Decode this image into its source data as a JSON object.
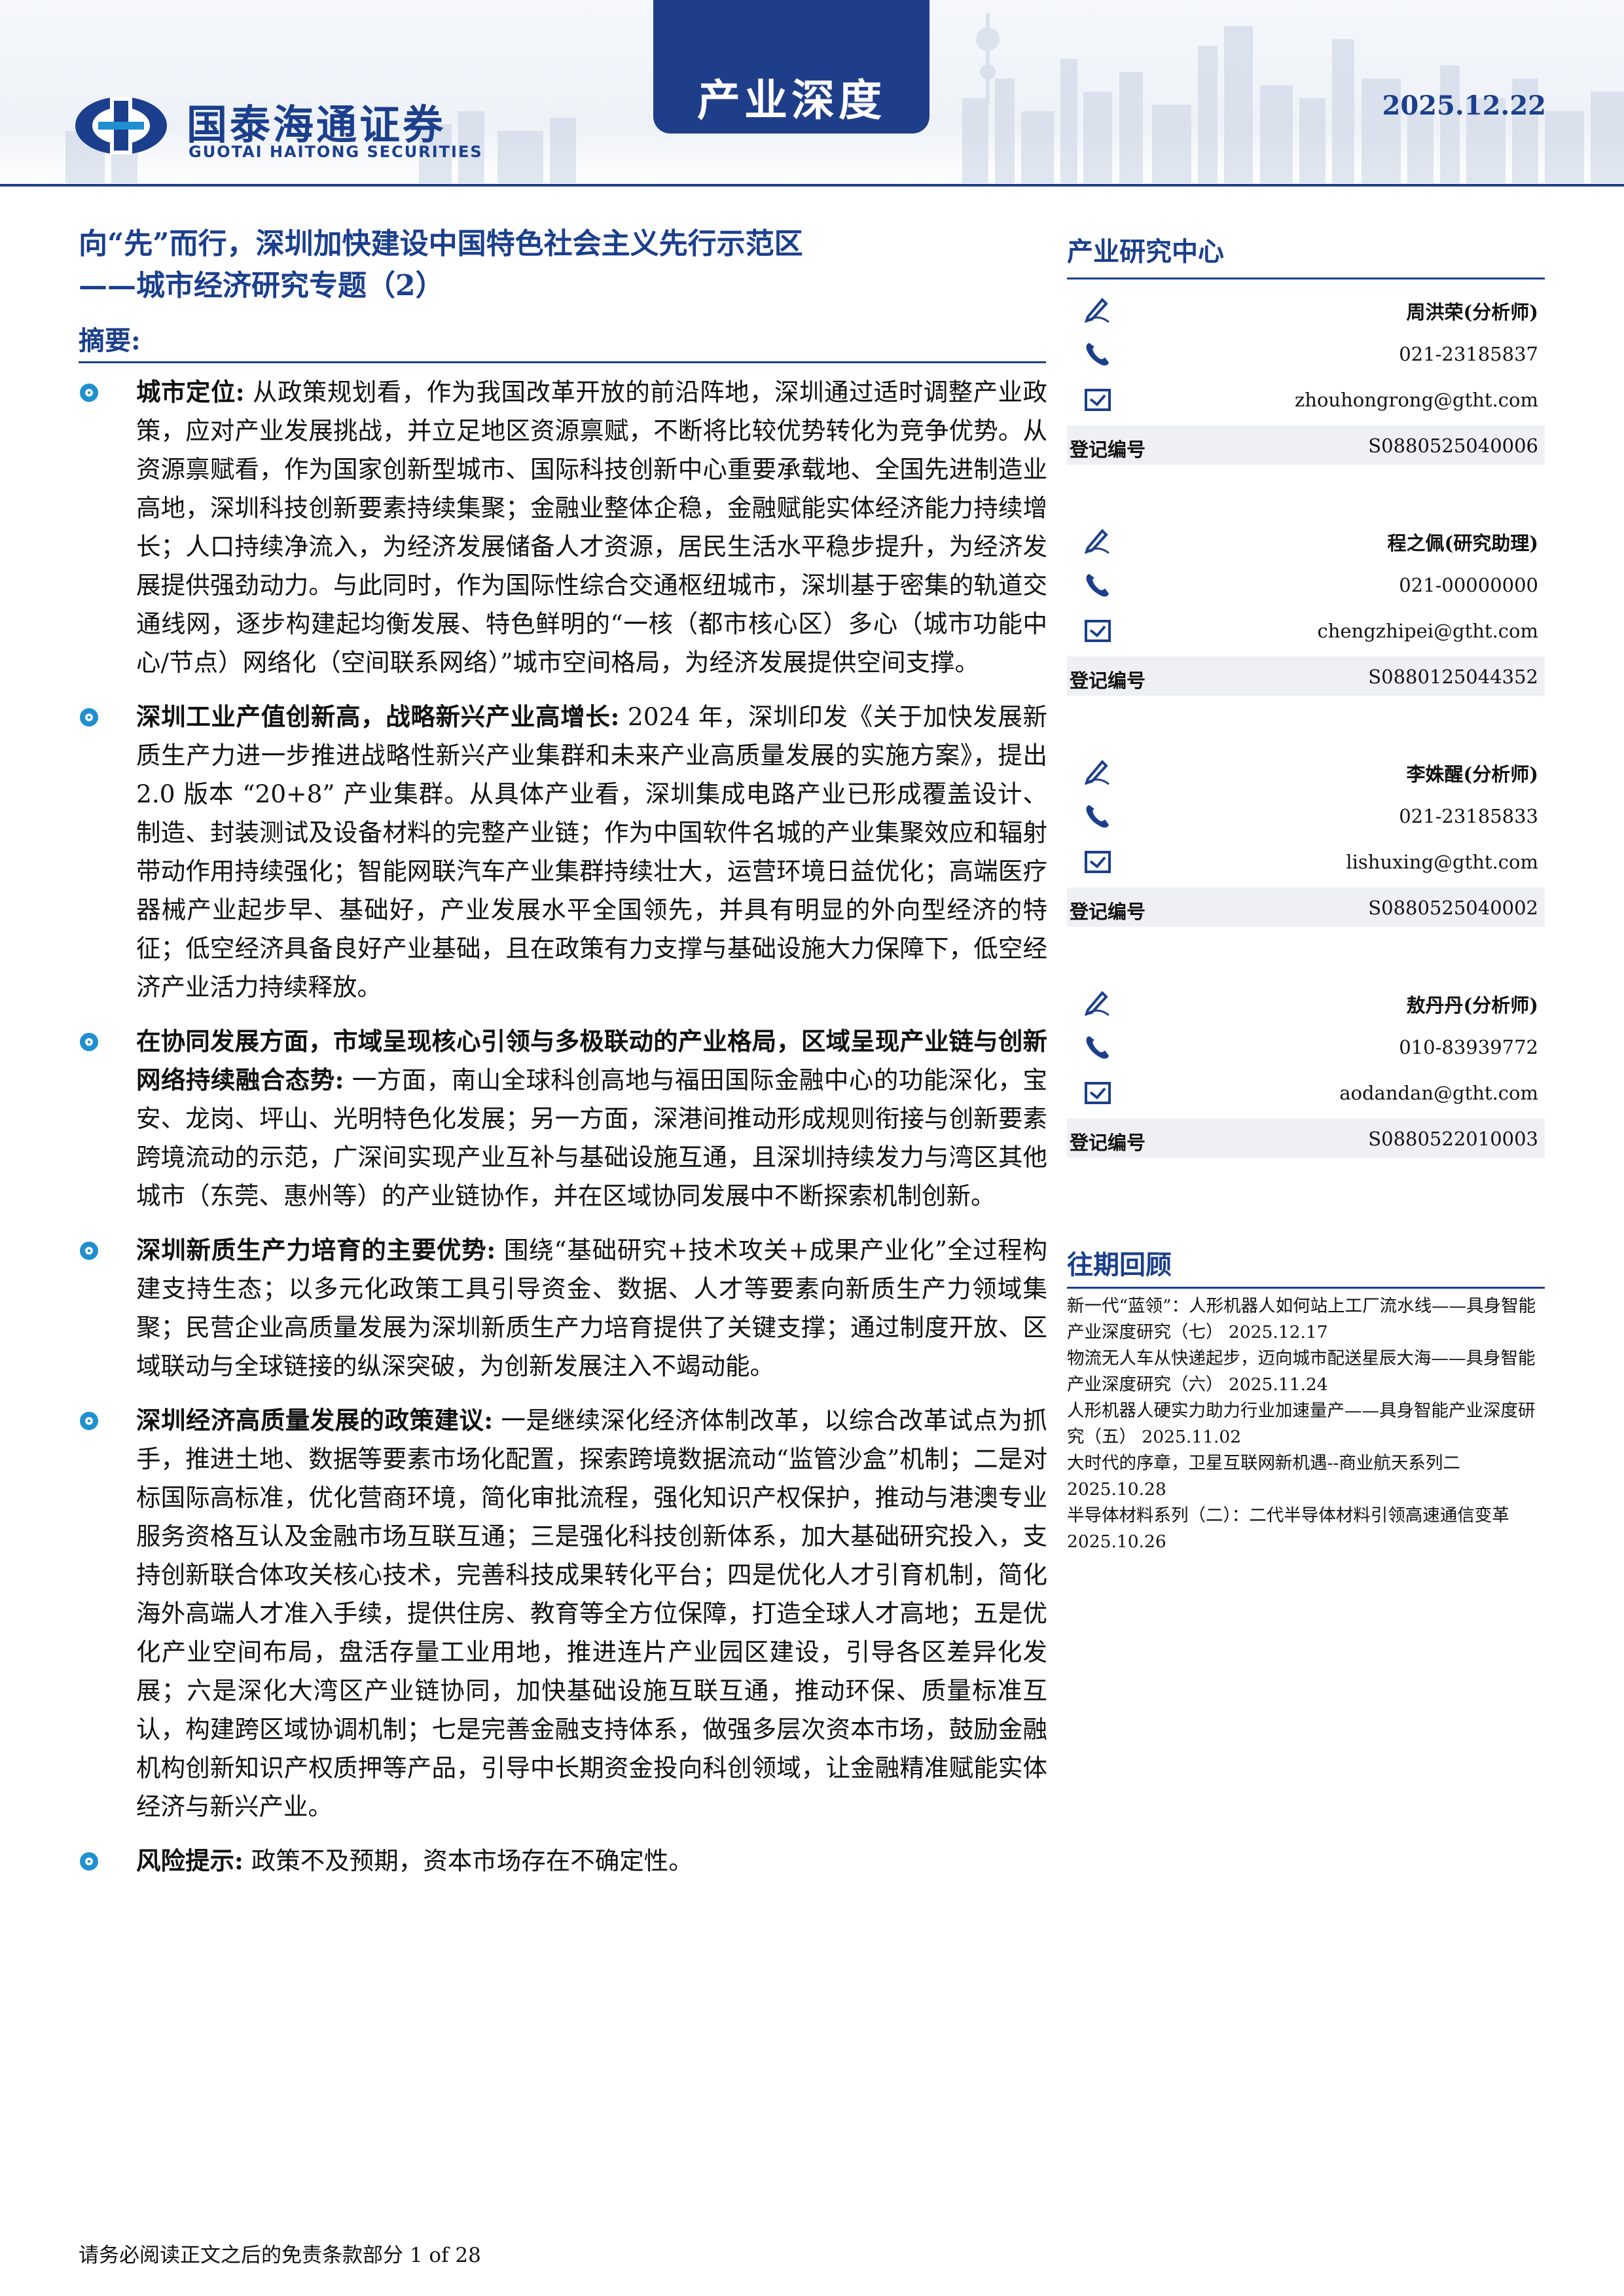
{
  "header": {
    "brand_cn": "国泰海通证券",
    "brand_en": "GUOTAI HAITONG SECURITIES",
    "report_type": "产业深度",
    "date": "2025.12.22"
  },
  "title": {
    "line1": "向“先”而行，深圳加快建设中国特色社会主义先行示范区",
    "line2": "——城市经济研究专题（2）"
  },
  "abstract": {
    "label": "摘要:",
    "items": [
      {
        "lead": "城市定位:",
        "text": " 从政策规划看，作为我国改革开放的前沿阵地，深圳通过适时调整产业政策，应对产业发展挑战，并立足地区资源禀赋，不断将比较优势转化为竞争优势。从资源禀赋看，作为国家创新型城市、国际科技创新中心重要承载地、全国先进制造业高地，深圳科技创新要素持续集聚；金融业整体企稳，金融赋能实体经济能力持续增长；人口持续净流入，为经济发展储备人才资源，居民生活水平稳步提升，为经济发展提供强劲动力。与此同时，作为国际性综合交通枢纽城市，深圳基于密集的轨道交通线网，逐步构建起均衡发展、特色鲜明的“一核（都市核心区）多心（城市功能中心/节点）网络化（空间联系网络）”城市空间格局，为经济发展提供空间支撑。"
      },
      {
        "lead": "深圳工业产值创新高，战略新兴产业高增长:",
        "text": " 2024 年，深圳印发《关于加快发展新质生产力进一步推进战略性新兴产业集群和未来产业高质量发展的实施方案》，提出 2.0 版本 “20+8” 产业集群。从具体产业看，深圳集成电路产业已形成覆盖设计、制造、封装测试及设备材料的完整产业链；作为中国软件名城的产业集聚效应和辐射带动作用持续强化；智能网联汽车产业集群持续壮大，运营环境日益优化；高端医疗器械产业起步早、基础好，产业发展水平全国领先，并具有明显的外向型经济的特征；低空经济具备良好产业基础，且在政策有力支撑与基础设施大力保障下，低空经济产业活力持续释放。"
      },
      {
        "lead": "在协同发展方面，市域呈现核心引领与多极联动的产业格局，区域呈现产业链与创新网络持续融合态势:",
        "text": " 一方面，南山全球科创高地与福田国际金融中心的功能深化，宝安、龙岗、坪山、光明特色化发展；另一方面，深港间推动形成规则衔接与创新要素跨境流动的示范，广深间实现产业互补与基础设施互通，且深圳持续发力与湾区其他城市（东莞、惠州等）的产业链协作，并在区域协同发展中不断探索机制创新。"
      },
      {
        "lead": "深圳新质生产力培育的主要优势:",
        "text": " 围绕“基础研究+技术攻关+成果产业化”全过程构建支持生态；以多元化政策工具引导资金、数据、人才等要素向新质生产力领域集聚；民营企业高质量发展为深圳新质生产力培育提供了关键支撑；通过制度开放、区域联动与全球链接的纵深突破，为创新发展注入不竭动能。"
      },
      {
        "lead": "深圳经济高质量发展的政策建议:",
        "text": " 一是继续深化经济体制改革，以综合改革试点为抓手，推进土地、数据等要素市场化配置，探索跨境数据流动“监管沙盒”机制；二是对标国际高标准，优化营商环境，简化审批流程，强化知识产权保护，推动与港澳专业服务资格互认及金融市场互联互通；三是强化科技创新体系，加大基础研究投入，支持创新联合体攻关核心技术，完善科技成果转化平台；四是优化人才引育机制，简化海外高端人才准入手续，提供住房、教育等全方位保障，打造全球人才高地；五是优化产业空间布局，盘活存量工业用地，推进连片产业园区建设，引导各区差异化发展；六是深化大湾区产业链协同，加快基础设施互联互通，推动环保、质量标准互认，构建跨区域协调机制；七是完善金融支持体系，做强多层次资本市场，鼓励金融机构创新知识产权质押等产品，引导中长期资金投向科创领域，让金融精准赋能实体经济与新兴产业。"
      },
      {
        "lead": "风险提示:",
        "text": " 政策不及预期，资本市场存在不确定性。"
      }
    ]
  },
  "sidebar": {
    "center_title": "产业研究中心",
    "reg_label": "登记编号",
    "analysts": [
      {
        "name": "周洪荣(分析师)",
        "phone": "021-23185837",
        "email": "zhouhongrong@gtht.com",
        "reg": "S0880525040006"
      },
      {
        "name": "程之佩(研究助理)",
        "phone": "021-00000000",
        "email": "chengzhipei@gtht.com",
        "reg": "S0880125044352"
      },
      {
        "name": "李姝醒(分析师)",
        "phone": "021-23185833",
        "email": "lishuxing@gtht.com",
        "reg": "S0880525040002"
      },
      {
        "name": "敖丹丹(分析师)",
        "phone": "010-83939772",
        "email": "aodandan@gtht.com",
        "reg": "S0880522010003"
      }
    ],
    "history_title": "往期回顾",
    "history": [
      "新一代“蓝领”：人形机器人如何站上工厂流水线——具身智能产业深度研究（七）  2025.12.17",
      "物流无人车从快递起步，迈向城市配送星辰大海——具身智能产业深度研究（六）  2025.11.24",
      "人形机器人硬实力助力行业加速量产——具身智能产业深度研究（五）  2025.11.02",
      "大时代的序章，卫星互联网新机遇--商业航天系列二  2025.10.28",
      "半导体材料系列（二）：二代半导体材料引领高速通信变革  2025.10.26"
    ]
  },
  "footer": {
    "text": "请务必阅读正文之后的免责条款部分  1 of 28"
  },
  "colors": {
    "brand_blue": "#1b3f8c",
    "tab_blue": "#1f3e8a",
    "bullet_blue": "#1f8fd0"
  }
}
